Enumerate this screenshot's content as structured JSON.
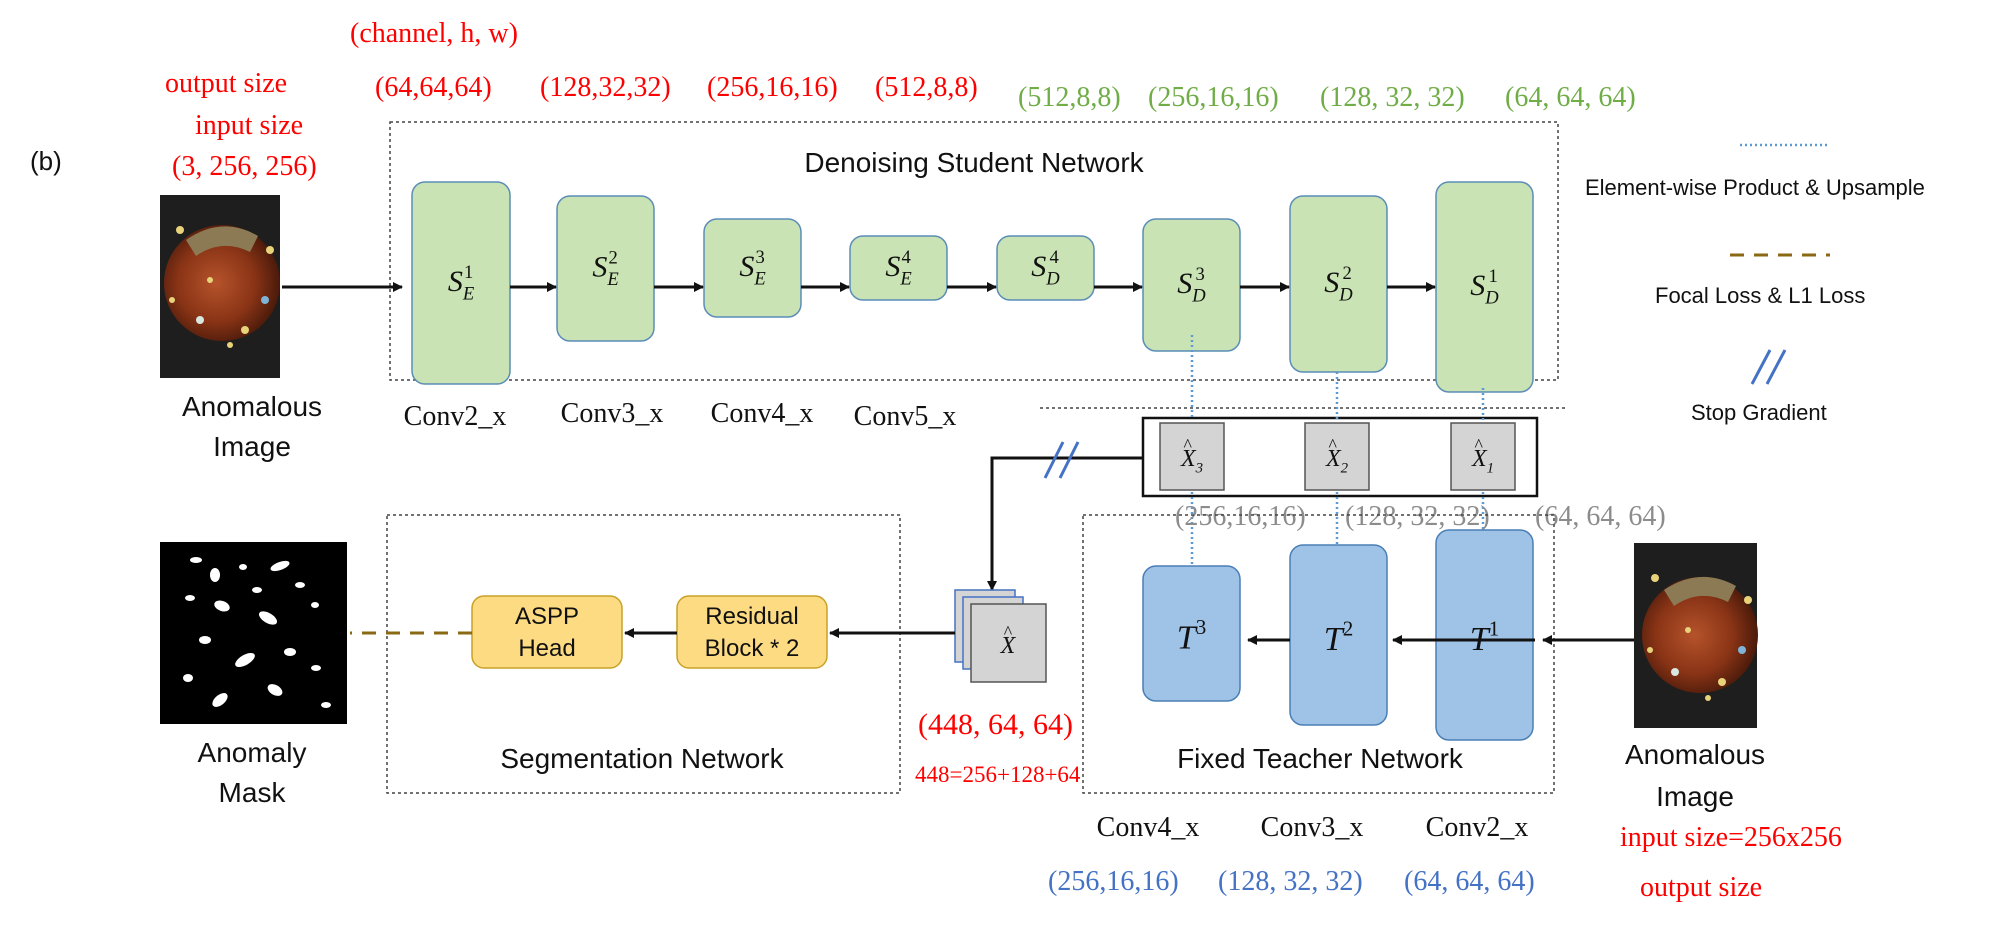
{
  "panel_label": "(b)",
  "annotations": {
    "channel_hw": "(channel,  h, w)",
    "output_size_left": "output size",
    "input_size_left": "input size",
    "input_dims_left": "(3, 256, 256)",
    "encoder_dims": [
      "(64,64,64)",
      "(128,32,32)",
      "(256,16,16)",
      "(512,8,8)"
    ],
    "decoder_dims": [
      "(512,8,8)",
      "(256,16,16)",
      "(128, 32, 32)",
      "(64, 64, 64)"
    ],
    "fused_dims": [
      "(256,16,16)",
      "(128, 32, 32)",
      "(64, 64, 64)"
    ],
    "teacher_dims": [
      "(256,16,16)",
      "(128, 32, 32)",
      "(64, 64, 64)"
    ],
    "concat_dims": "(448, 64, 64)",
    "concat_formula": "448=256+128+64",
    "input_size_right": "input size=256x256",
    "output_size_right": "output size"
  },
  "student": {
    "title": "Denoising Student Network",
    "blocks": [
      {
        "base": "S",
        "sub": "E",
        "sup": "1"
      },
      {
        "base": "S",
        "sub": "E",
        "sup": "2"
      },
      {
        "base": "S",
        "sub": "E",
        "sup": "3"
      },
      {
        "base": "S",
        "sub": "E",
        "sup": "4"
      },
      {
        "base": "S",
        "sub": "D",
        "sup": "4"
      },
      {
        "base": "S",
        "sub": "D",
        "sup": "3"
      },
      {
        "base": "S",
        "sub": "D",
        "sup": "2"
      },
      {
        "base": "S",
        "sub": "D",
        "sup": "1"
      }
    ],
    "stage_labels": [
      "Conv2_x",
      "Conv3_x",
      "Conv4_x",
      "Conv5_x"
    ]
  },
  "fused": {
    "items": [
      {
        "base": "X",
        "sub": "3"
      },
      {
        "base": "X",
        "sub": "2"
      },
      {
        "base": "X",
        "sub": "1"
      }
    ],
    "concat": {
      "base": "X"
    }
  },
  "teacher": {
    "title": "Fixed Teacher Network",
    "blocks": [
      {
        "base": "T",
        "sup": "3"
      },
      {
        "base": "T",
        "sup": "2"
      },
      {
        "base": "T",
        "sup": "1"
      }
    ],
    "stage_labels": [
      "Conv4_x",
      "Conv3_x",
      "Conv2_x"
    ]
  },
  "segmentation": {
    "title": "Segmentation Network",
    "aspp_line1": "ASPP",
    "aspp_line2": "Head",
    "res_line1": "Residual",
    "res_line2": "Block * 2"
  },
  "images": {
    "input_left_line1": "Anomalous",
    "input_left_line2": "Image",
    "input_right_line1": "Anomalous",
    "input_right_line2": "Image",
    "mask_line1": "Anomaly",
    "mask_line2": "Mask"
  },
  "legend": {
    "product_label": "Element-wise Product & Upsample",
    "loss_label": "Focal Loss & L1 Loss",
    "stop_label": "Stop Gradient"
  },
  "colors": {
    "student_fill": "#c9e3b4",
    "teacher_fill": "#9fc3e7",
    "seg_fill": "#fddb82",
    "fused_fill": "#d4d4d4",
    "product_line": "#5b9bd5",
    "loss_line": "#8b6914",
    "stop_line": "#4472c4"
  }
}
